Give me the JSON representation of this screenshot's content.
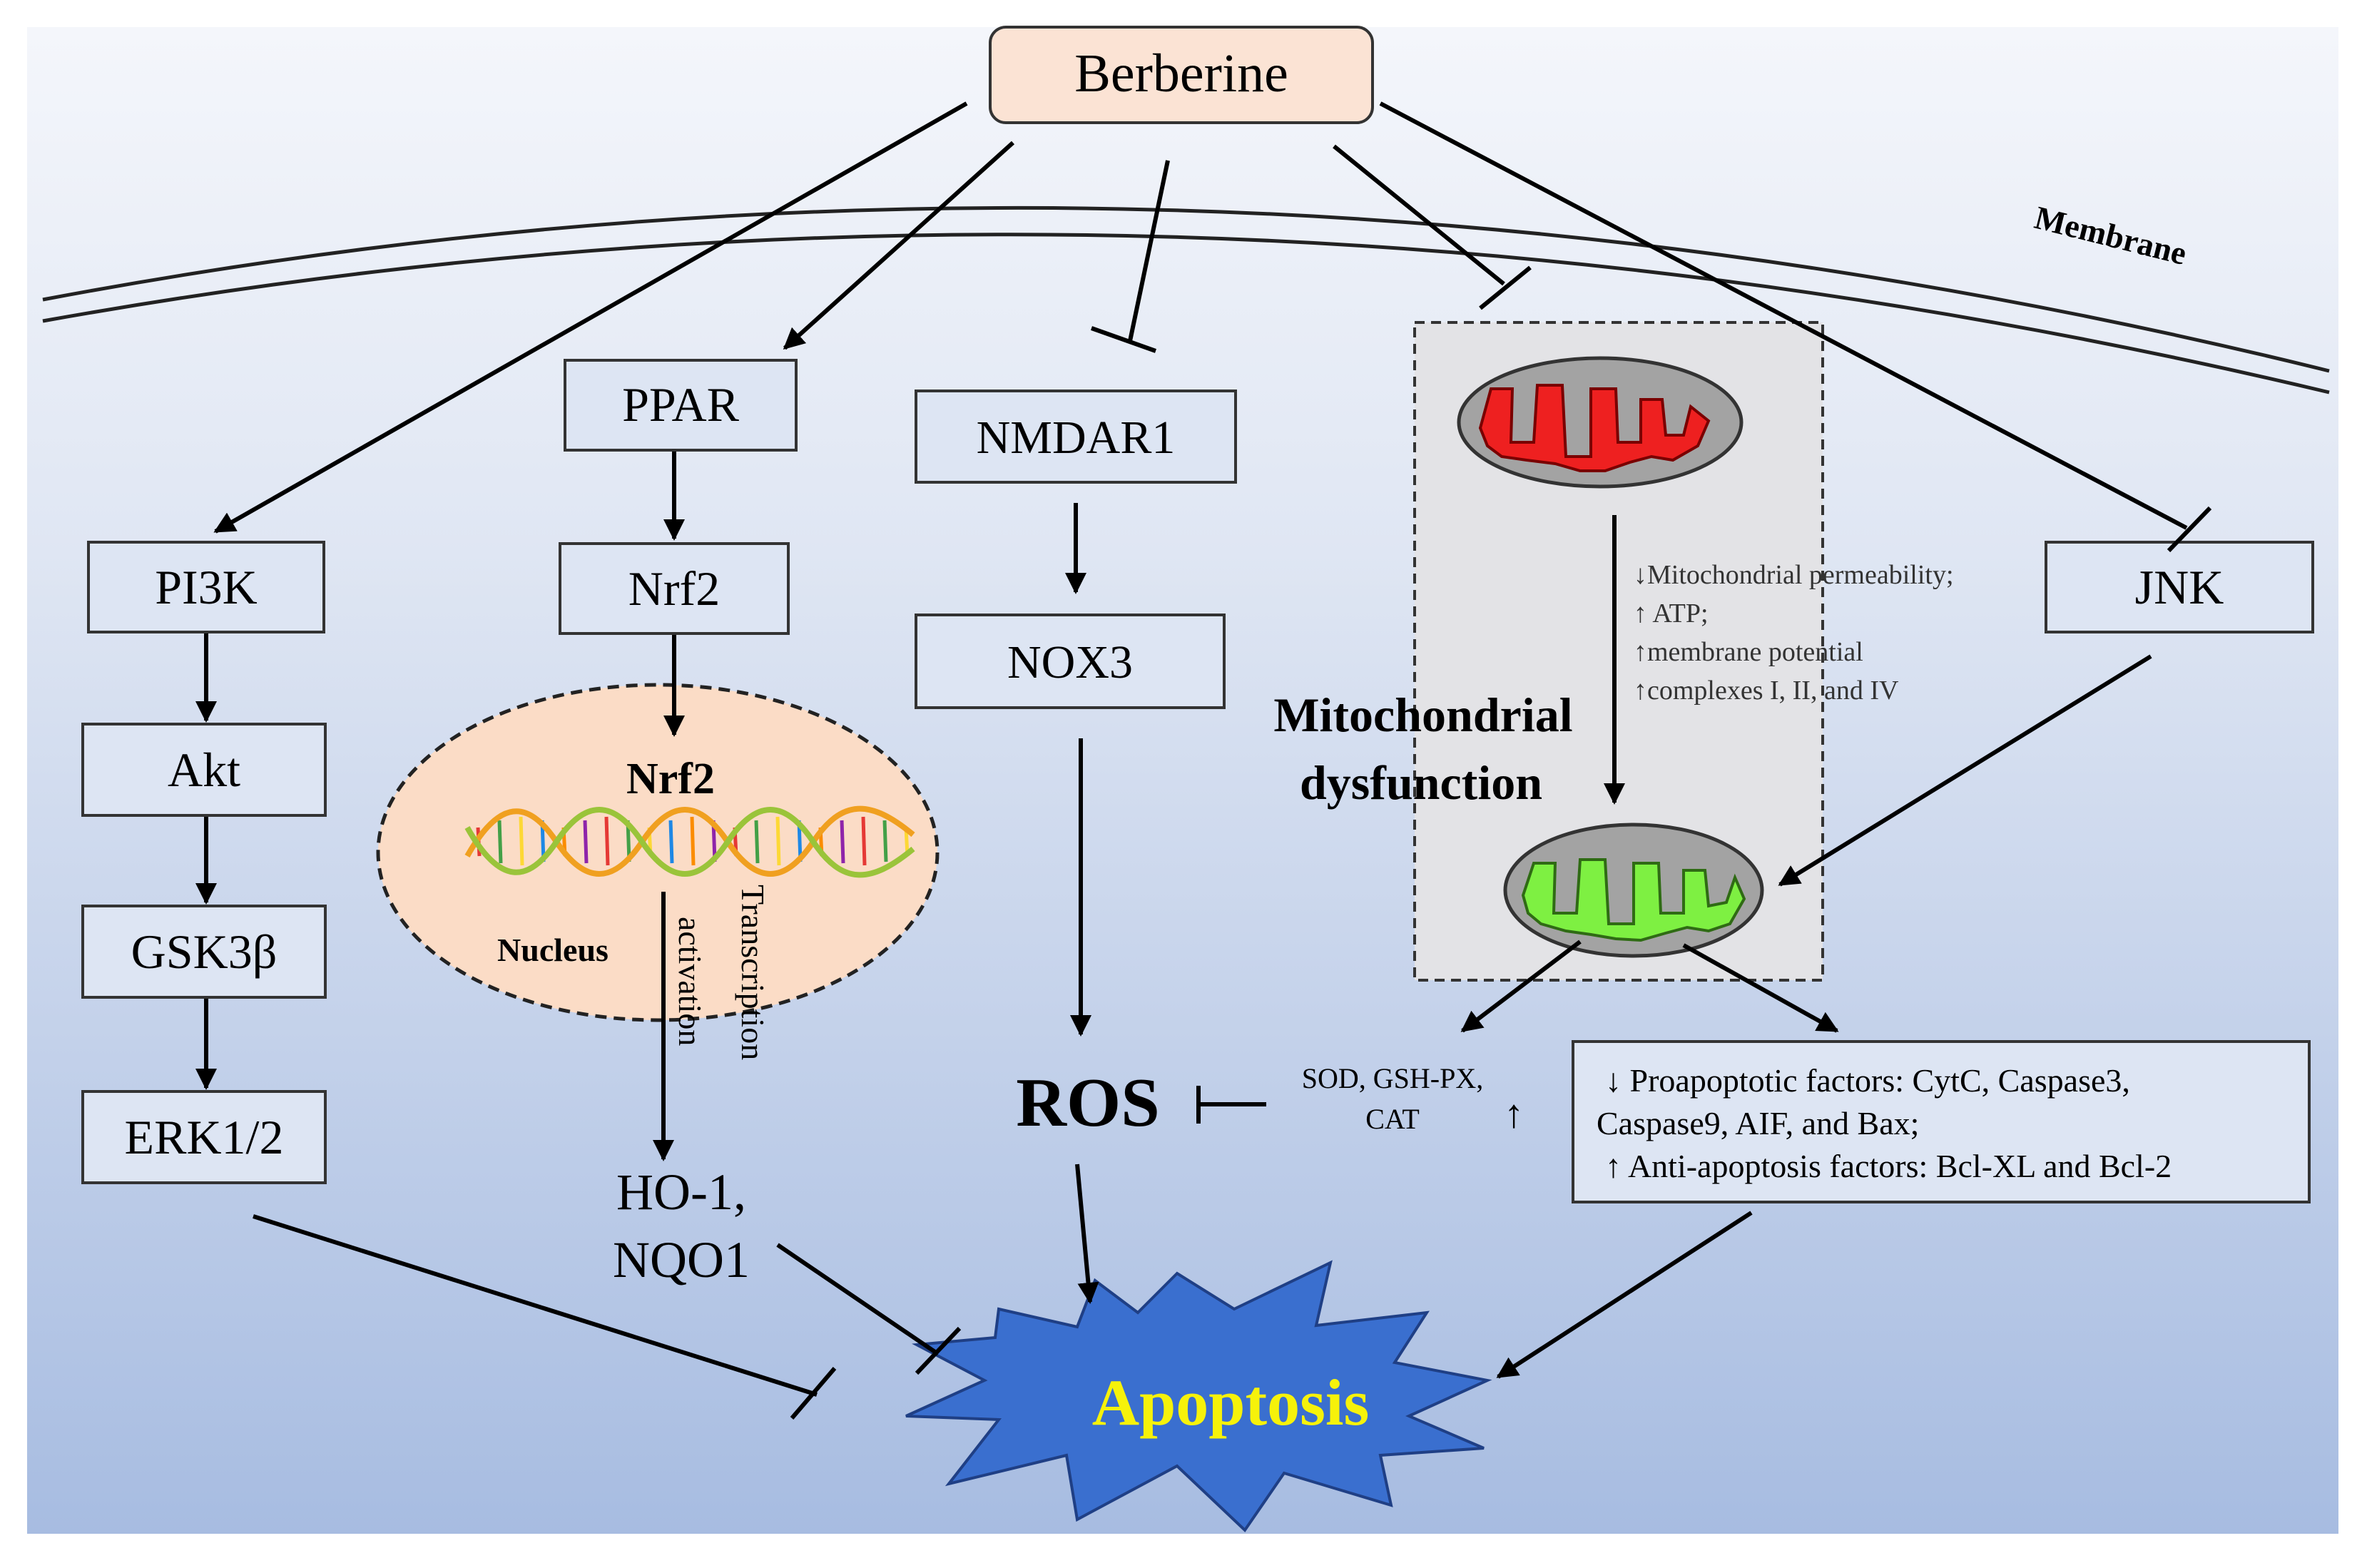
{
  "nodes": {
    "berberine": "Berberine",
    "membrane": "Membrane",
    "pi3k": "PI3K",
    "akt": "Akt",
    "gsk3b": "GSK3β",
    "erk": "ERK1/2",
    "ppar": "PPAR",
    "nrf2": "Nrf2",
    "nrf2_nucleus": "Nrf2",
    "nucleus": "Nucleus",
    "transcription_line1": "Transcription",
    "transcription_line2": "activation",
    "ho1_line1": "HO-1,",
    "ho1_line2": "NQO1",
    "nmdar1": "NMDAR1",
    "nox3": "NOX3",
    "ros": "ROS",
    "sod_line1": "SOD, GSH-PX,",
    "sod_line2": "CAT",
    "up_arrow": "↑",
    "mito_title_line1": "Mitochondrial",
    "mito_title_line2": "dysfunction",
    "mito_effects": [
      "↓Mitochondrial  permeability;",
      "↑ ATP;",
      "↑membrane  potential",
      "↑complexes  I,  II,  and IV"
    ],
    "jnk": "JNK",
    "factors": [
      "↓  Proapoptotic factors: CytC, Caspase3,",
      "Caspase9, AIF, and Bax;",
      "↑  Anti-apoptosis factors: Bcl-XL  and Bcl-2"
    ],
    "apoptosis": "Apoptosis"
  },
  "colors": {
    "background_top": "#f2f5fb",
    "background_bottom": "#a9bde2",
    "box_fill": "#dde5f3",
    "berberine_fill": "#fbe3d4",
    "nucleus_fill": "#fbdcc6",
    "mito_panel_fill": "#e3e3e6",
    "mito_healthy_ridge": "#ee2020",
    "mito_restored_ridge": "#7ef042",
    "apoptosis_star": "#3a6fcf",
    "apoptosis_text": "#f6f20a"
  }
}
